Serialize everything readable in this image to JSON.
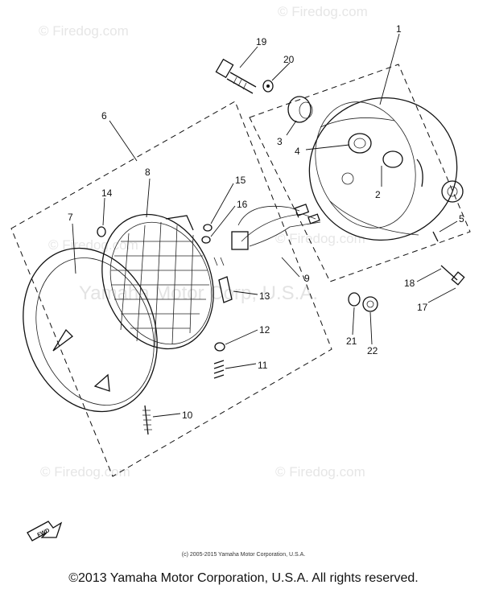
{
  "watermarks": {
    "firedog": "© Firedog.com",
    "center": "Yamaha Motor Corp, U.S.A."
  },
  "callouts": [
    "1",
    "2",
    "3",
    "4",
    "5",
    "6",
    "7",
    "8",
    "9",
    "10",
    "11",
    "12",
    "13",
    "14",
    "15",
    "16",
    "17",
    "18",
    "19",
    "20",
    "21",
    "22"
  ],
  "front_marker": "FWD",
  "inner_copyright": "(c) 2005-2015 Yamaha Motor Corporation, U.S.A.",
  "footer_copyright": "©2013 Yamaha Motor Corporation, U.S.A. All rights reserved."
}
